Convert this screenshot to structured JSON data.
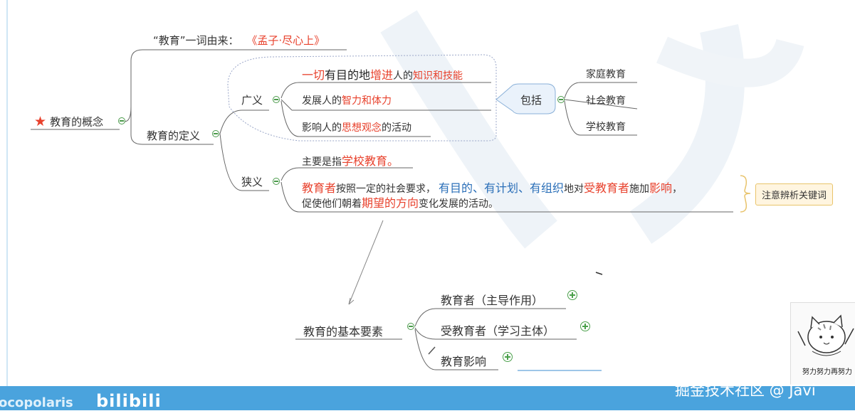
{
  "colors": {
    "accent_red": "#e8412c",
    "accent_blue": "#2b6fb8",
    "line": "#666666",
    "bottom_bar": "#4aa3dd"
  },
  "root": {
    "label": "教育的概念",
    "icon": "star-icon"
  },
  "origin": {
    "prefix": "“教育”一词由来：",
    "source": "《孟子·尽心上》"
  },
  "definition": {
    "label": "教育的定义"
  },
  "broad": {
    "label": "广义",
    "items": [
      {
        "p1": "一切",
        "p2": "有目的地",
        "p3": "增进",
        "p4": "人的",
        "p5": "知识和技能"
      },
      {
        "p1": "发展人的",
        "p2": "智力和体力"
      },
      {
        "p1": "影响人的",
        "p2": "思想观念",
        "p3": "的活动"
      }
    ],
    "include": {
      "label": "包括",
      "items": [
        "家庭教育",
        "社会教育",
        "学校教育"
      ]
    }
  },
  "narrow": {
    "label": "狭义",
    "item1": {
      "p1": "主要是指",
      "p2": "学校教育。"
    },
    "item2": {
      "a": "教育者",
      "b": "按照一定的社会要求，",
      "c": "有目的、有计划、有组织",
      "d": "地对",
      "e": "受教育者",
      "f": "施加",
      "g": "影响",
      "h": "，",
      "i": "促使他们朝着",
      "j": "期望的方向",
      "k": "变化发展的活动。"
    },
    "note": "注意辨析关键词"
  },
  "elements": {
    "label": "教育的基本要素",
    "items": [
      "教育者（主导作用）",
      "受教育者（学习主体）",
      "教育影响"
    ]
  },
  "bottom": {
    "left_text": "ocopolaris",
    "logo": "bilibili",
    "watermark": "掘金技术社区 @ Javi"
  },
  "thumbnail": {
    "caption": "努力努力再努力"
  }
}
